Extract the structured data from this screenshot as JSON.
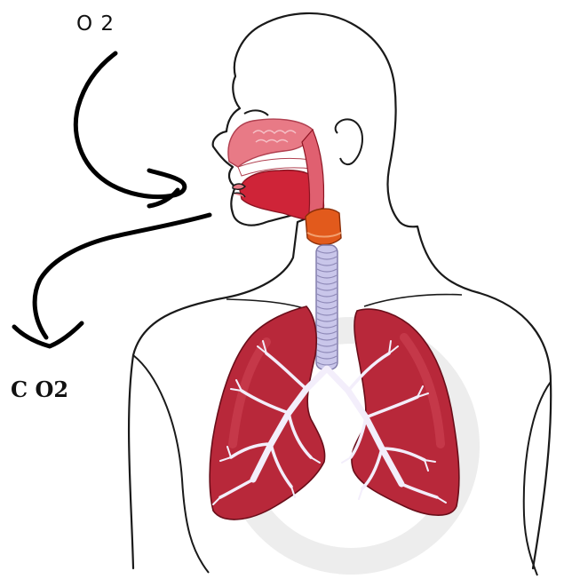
{
  "labels": {
    "o2": "O 2",
    "co2": "C O2"
  },
  "colors": {
    "outline": "#1a1a1a",
    "skin": "#ffffff",
    "nasal_cavity": "#e87a86",
    "oral_cavity": "#cf2438",
    "larynx": "#e25a1c",
    "trachea": "#c9c6ea",
    "lung": "#b8283a",
    "lung_highlight": "#dd5566",
    "bronchi": "#f3eefb",
    "arrow": "#000000"
  },
  "icons": {
    "inhale_arrow": "curved-arrow-into-mouth",
    "exhale_arrow": "curved-arrow-out-of-mouth"
  }
}
